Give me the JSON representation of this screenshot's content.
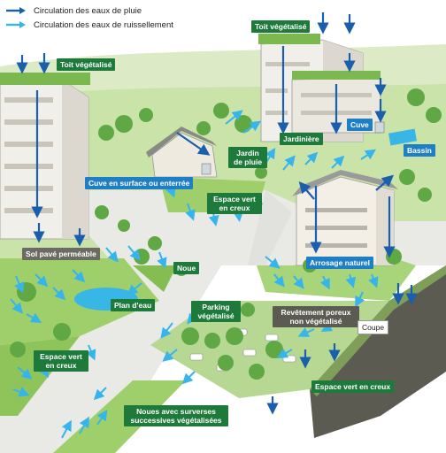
{
  "legend": {
    "rain": {
      "label": "Circulation des eaux de pluie",
      "color": "#1a5fae"
    },
    "runoff": {
      "label": "Circulation des eaux de ruissellement",
      "color": "#35b5ec"
    }
  },
  "labels": {
    "toit_gauche": "Toit végétalisé",
    "toit_droite": "Toit végétalisé",
    "jardiniere": "Jardinière",
    "cuve": "Cuve",
    "bassin": "Bassin",
    "jardin_l1": "Jardin",
    "jardin_l2": "de pluie",
    "cuve_surface": "Cuve en surface ou enterrée",
    "espace_haut_l1": "Espace vert",
    "espace_haut_l2": "en creux",
    "arrosage": "Arrosage naturel",
    "sol_pave": "Sol pavé perméable",
    "noue": "Noue",
    "plan_eau": "Plan d'eau",
    "parking_l1": "Parking",
    "parking_l2": "végétalisé",
    "revetement_l1": "Revêtement poreux",
    "revetement_l2": "non végétalisé",
    "coupe": "Coupe",
    "espace_gauche_l1": "Espace vert",
    "espace_gauche_l2": "en creux",
    "espace_bas": "Espace vert en creux",
    "noues_l1": "Noues avec surverses",
    "noues_l2": "successives végétalisées"
  },
  "colors": {
    "label_green": "#1d7a3a",
    "label_blue": "#1f7fc4",
    "grass": "#9fcf6a",
    "trees": "#5fa844",
    "road": "#e9e9e6",
    "water": "#38b6e6"
  }
}
